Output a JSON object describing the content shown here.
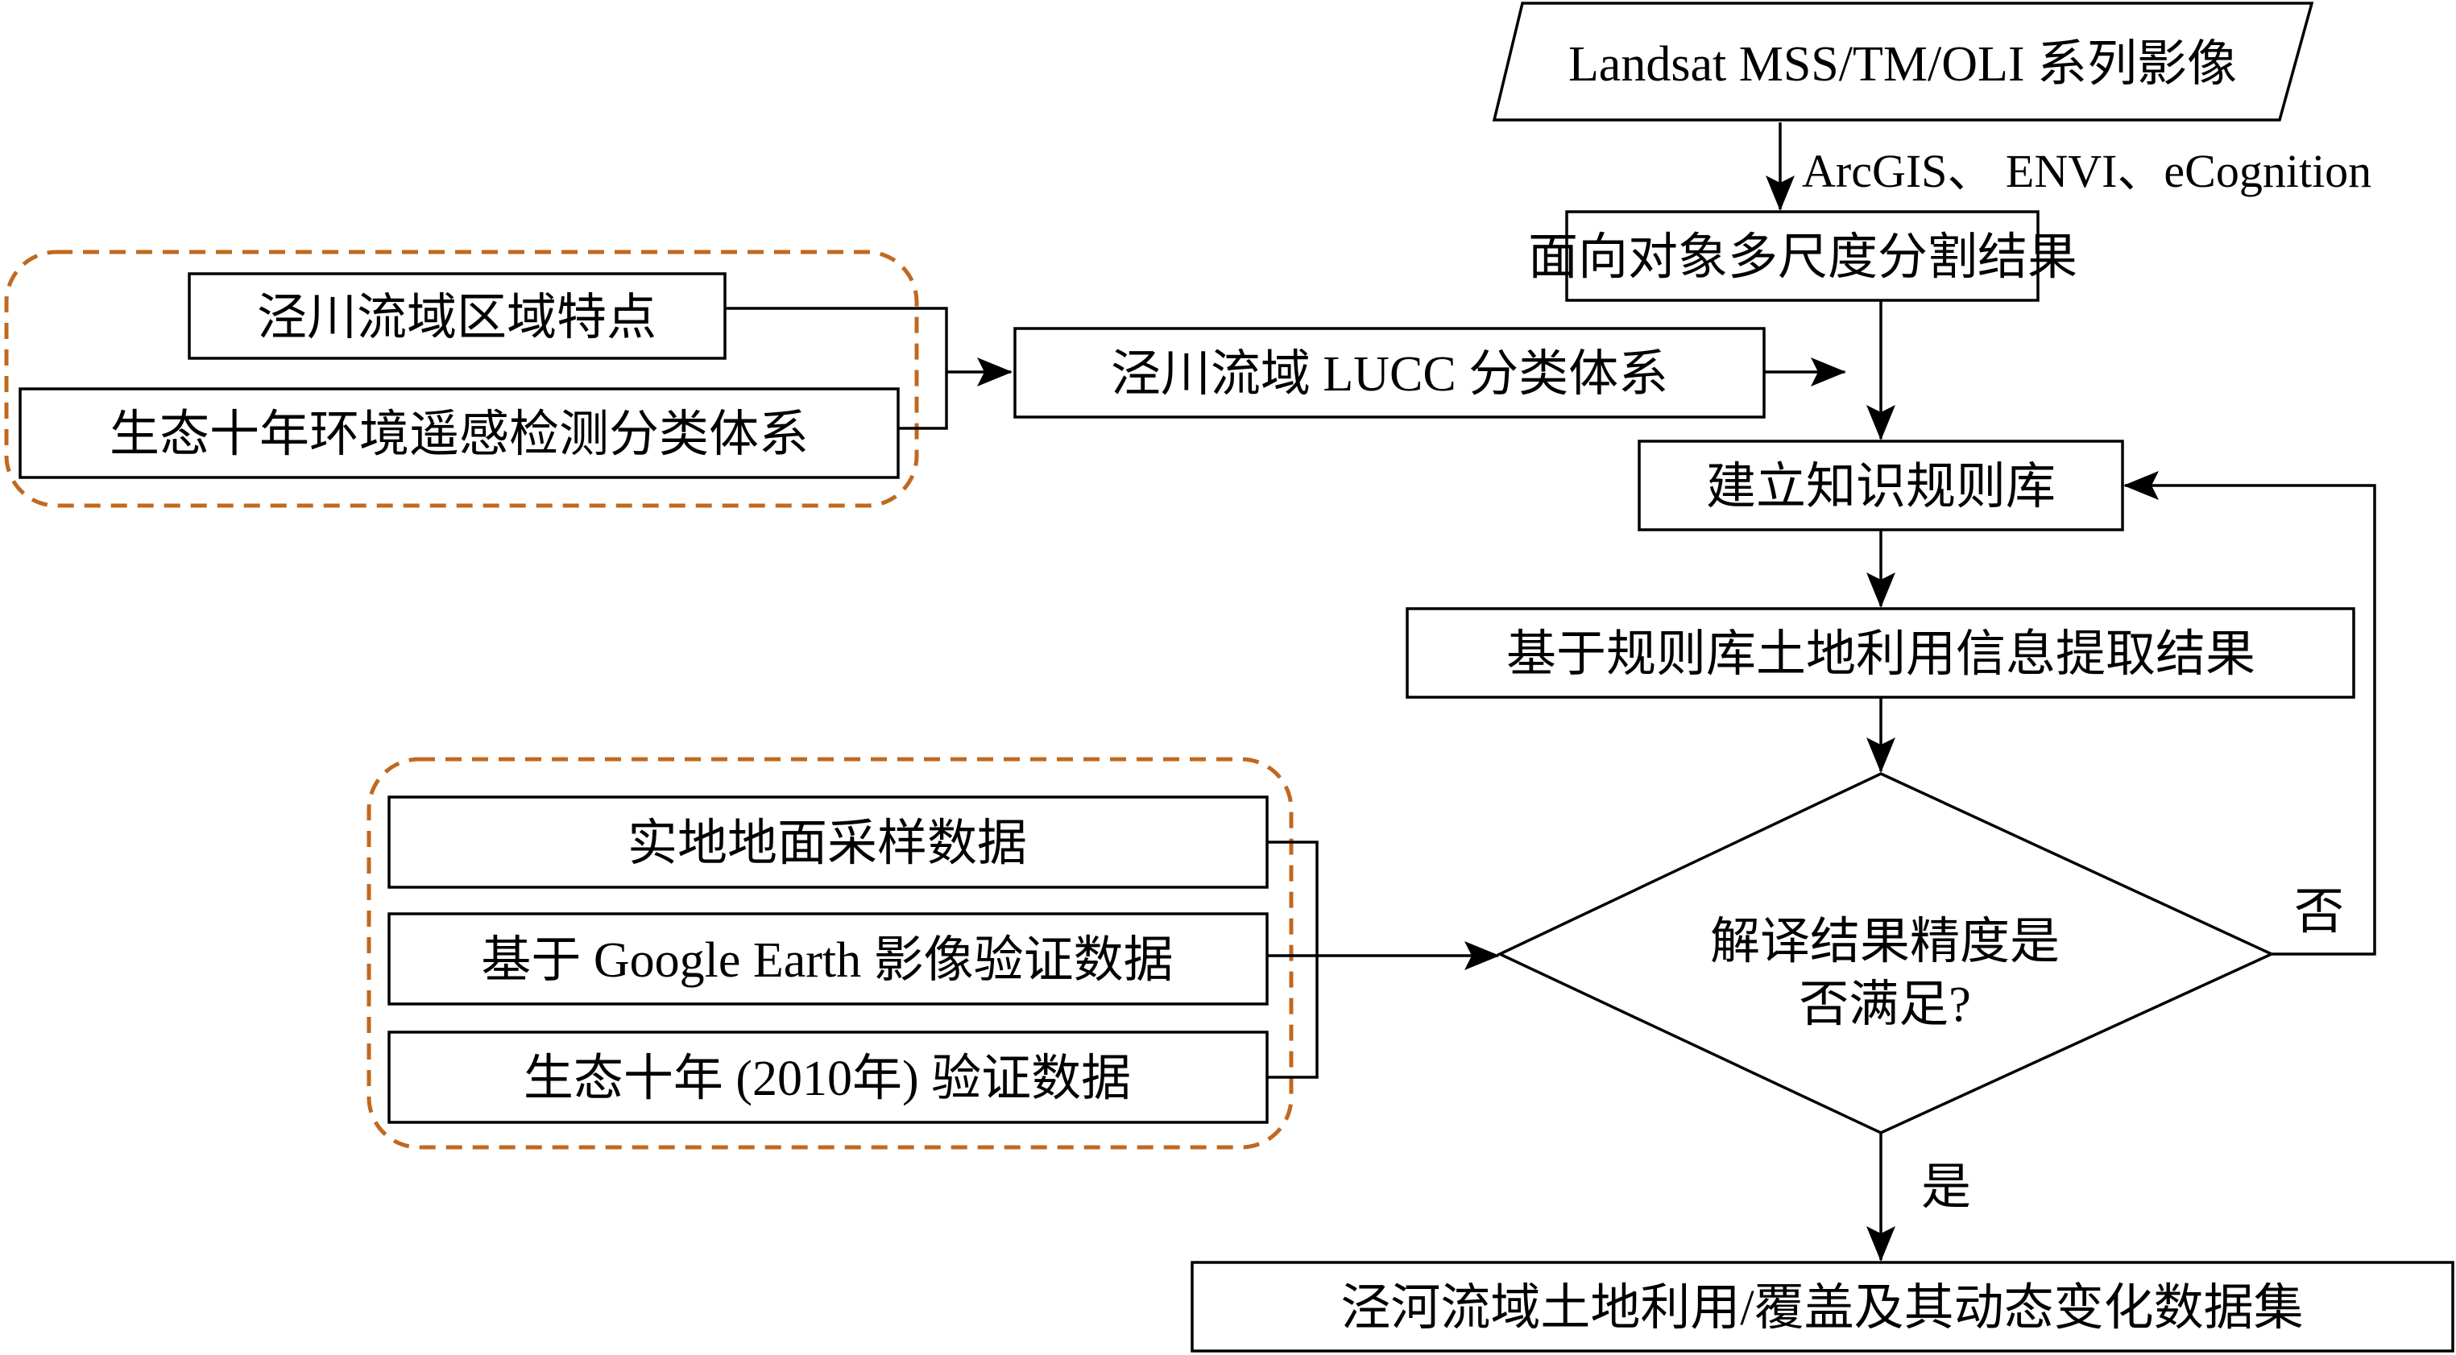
{
  "nodes": {
    "landsat_source": "Landsat MSS/TM/OLI 系列影像",
    "tools": "ArcGIS、 ENVI、eCognition",
    "segmentation": "面向对象多尺度分割结果",
    "region_features": "泾川流域区域特点",
    "eco_decade_system": "生态十年环境遥感检测分类体系",
    "lucc_system": "泾川流域 LUCC 分类体系",
    "rule_base": "建立知识规则库",
    "extraction": "基于规则库土地利用信息提取结果",
    "decision_line1": "解译结果精度是",
    "decision_line2": "否满足?",
    "no_label": "否",
    "yes_label": "是",
    "field_samples": "实地地面采样数据",
    "google_earth": "基于 Google Earth 影像验证数据",
    "eco_decade_2010": "生态十年 (2010年) 验证数据",
    "final_dataset": "泾河流域土地利用/覆盖及其动态变化数据集"
  }
}
